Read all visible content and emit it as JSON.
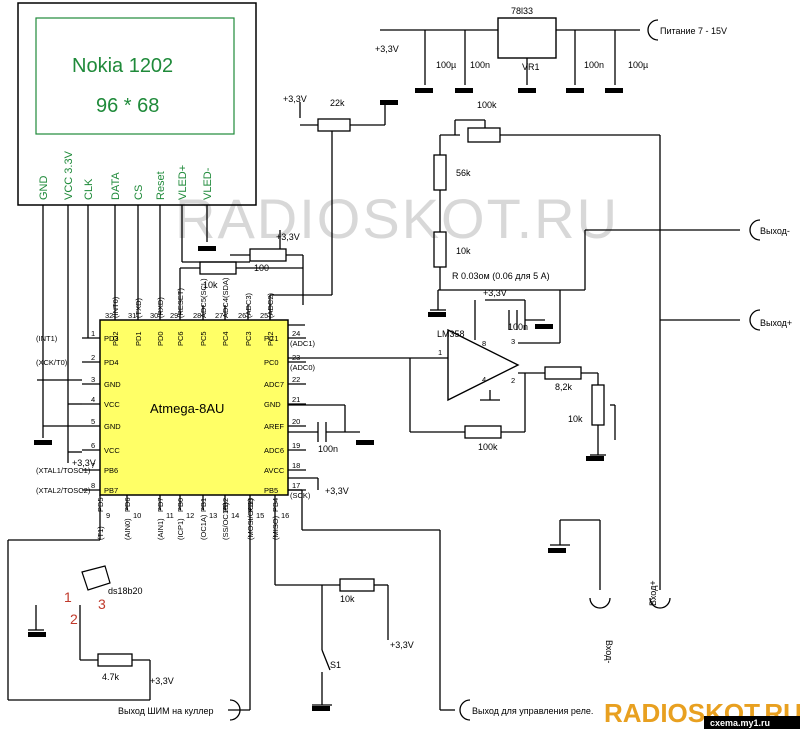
{
  "lcd": {
    "title": "Nokia 1202",
    "res": "96 * 68",
    "pins": [
      "GND",
      "VCC 3.3V",
      "CLK",
      "DATA",
      "CS",
      "Reset",
      "VLED+",
      "VLED-"
    ]
  },
  "watermark": "RADIOSKOT.RU",
  "mcu": {
    "name": "Atmega-8AU",
    "pins_top": [
      "PD2",
      "PD1",
      "PD0",
      "PC6",
      "PC5",
      "PC4",
      "PC3",
      "PC2"
    ],
    "pins_top_alt": [
      "(INT0)",
      "(TXD)",
      "(RXD)",
      "(RESET)",
      "ADC5(SCL)",
      "ADC4(SDA)",
      "(ADC3)",
      "(ADC2)"
    ],
    "pins_top_num": [
      "32",
      "31",
      "30",
      "29",
      "28",
      "27",
      "26",
      "25"
    ],
    "pins_left": [
      "PD3",
      "PD4",
      "GND",
      "VCC",
      "GND",
      "VCC",
      "PB6",
      "PB7"
    ],
    "pins_left_num": [
      "1",
      "2",
      "3",
      "4",
      "5",
      "6",
      "7",
      "8"
    ],
    "pins_left_alt": [
      "(INT1)",
      "(XCK/T0)",
      "",
      "",
      "",
      "",
      "(XTAL1/TOSC1)",
      "(XTAL2/TOSC2)"
    ],
    "pins_right": [
      "PC1",
      "PC0",
      "ADC7",
      "GND",
      "AREF",
      "ADC6",
      "AVCC",
      "PB5"
    ],
    "pins_right_num": [
      "24",
      "23",
      "22",
      "21",
      "20",
      "19",
      "18",
      "17"
    ],
    "pins_right_alt": [
      "(ADC1)",
      "(ADC0)",
      "",
      "",
      "",
      "",
      "",
      "(SCK)"
    ],
    "pins_bottom": [
      "PD5",
      "PD6",
      "PD7",
      "PB0",
      "PB1",
      "PB2",
      "PB3",
      "PB4"
    ],
    "pins_bottom_num": [
      "9",
      "10",
      "11",
      "12",
      "13",
      "14",
      "15",
      "16"
    ],
    "pins_bottom_alt": [
      "(T1)",
      "(AIN0)",
      "(AIN1)",
      "(ICP1)",
      "(OC1A)",
      "(SS/OC1B)",
      "(MOSI/OC2)",
      "(MISO)"
    ]
  },
  "labels": {
    "v33": "+3,3V",
    "r22k": "22k",
    "r100k_top": "100k",
    "r56k": "56k",
    "r10k_mid": "10k",
    "rshunt": "R 0.03ом (0.06 для 5 A)",
    "r100": "100",
    "r10k_lcd": "10k",
    "opamp": "LM358",
    "c100n_op": "100n",
    "c100n_aref": "100n",
    "r8k2": "8,2k",
    "r10k_trim": "10k",
    "r100k_fb": "100k",
    "op_p1": "1",
    "op_p2": "2",
    "op_p3": "3",
    "op_p4": "4",
    "op_p8": "8",
    "vr": "78l33",
    "vr_ref": "VR1",
    "c100u_a": "100µ",
    "c100n_a": "100n",
    "c100n_b": "100n",
    "c100u_b": "100µ",
    "power": "Питание 7 - 15V",
    "out_minus": "Выход-",
    "out_plus": "Выход+",
    "in_minus": "Вход-",
    "in_plus": "Вход+",
    "sensor": "ds18b20",
    "s1": "1",
    "s2": "2",
    "s3": "3",
    "r4k7": "4.7k",
    "r10k_btn": "10k",
    "btn": "S1",
    "pwm": "Выход ШИМ на куллер",
    "relay": "Выход для управления реле.",
    "logo": "RADIOSKOT.RU",
    "site": "cxema.my1.ru"
  }
}
